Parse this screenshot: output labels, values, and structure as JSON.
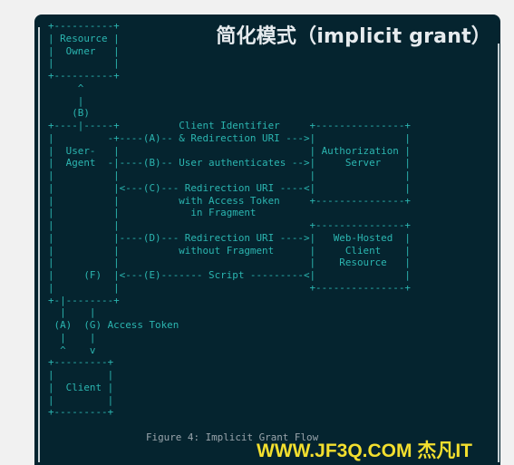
{
  "title": "简化模式（implicit grant）",
  "diagram_lines": [
    "+----------+",
    "| Resource |",
    "|  Owner   |",
    "|          |",
    "+----------+",
    "     ^",
    "     |",
    "    (B)",
    "+----|-----+          Client Identifier     +---------------+",
    "|         -+----(A)-- & Redirection URI --->|               |",
    "|  User-   |                                | Authorization |",
    "|  Agent  -|----(B)-- User authenticates -->|     Server    |",
    "|          |                                |               |",
    "|          |<---(C)--- Redirection URI ----<|               |",
    "|          |          with Access Token     +---------------+",
    "|          |            in Fragment",
    "|          |                                +---------------+",
    "|          |----(D)--- Redirection URI ---->|   Web-Hosted  |",
    "|          |          without Fragment      |     Client    |",
    "|          |                                |    Resource   |",
    "|     (F)  |<---(E)------- Script ---------<|               |",
    "|          |                                +---------------+",
    "+-|--------+",
    "  |    |",
    " (A)  (G) Access Token",
    "  |    |",
    "  ^    v",
    "+---------+",
    "|         |",
    "|  Client |",
    "|         |",
    "+---------+"
  ],
  "caption": "Figure 4: Implicit Grant Flow",
  "watermark": "WWW.JF3Q.COM 杰凡IT"
}
